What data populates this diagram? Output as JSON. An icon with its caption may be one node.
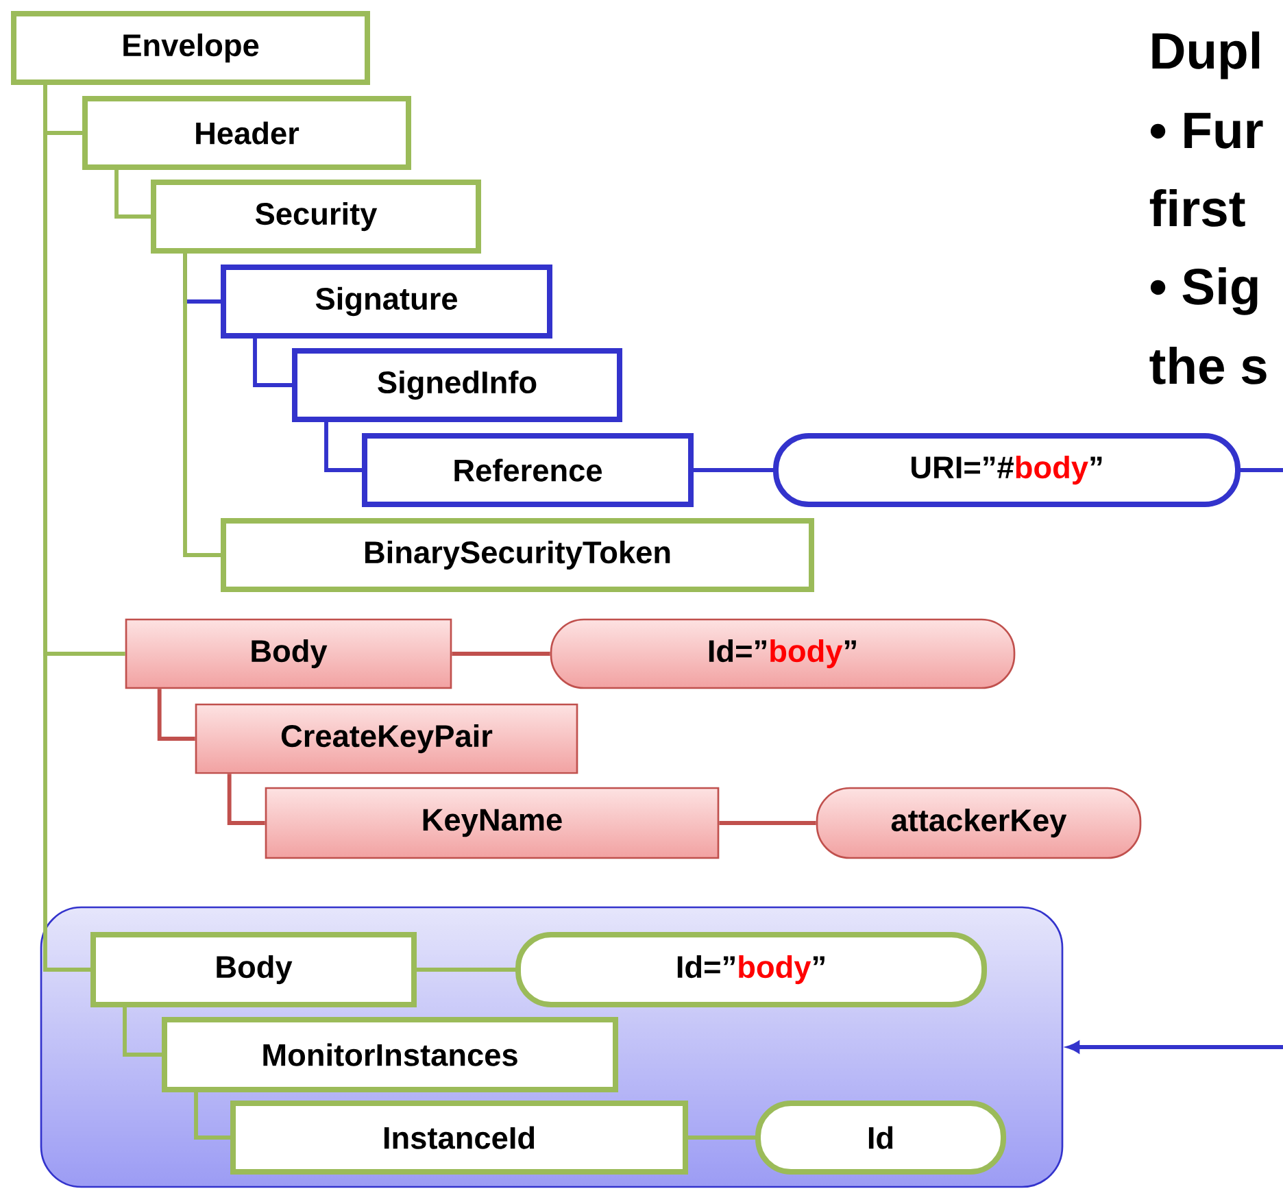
{
  "diagram": {
    "nodes": [
      {
        "text": [
          "Envelope"
        ]
      },
      {
        "text": [
          "Header"
        ]
      },
      {
        "text": [
          "Security"
        ]
      },
      {
        "text": [
          "Signature"
        ]
      },
      {
        "text": [
          "SignedInfo"
        ]
      },
      {
        "text": [
          "Reference"
        ]
      },
      {
        "text": [
          "URI=”#",
          "body",
          "”"
        ]
      },
      {
        "text": [
          "BinarySecurityToken"
        ]
      },
      {
        "text": [
          "Body"
        ]
      },
      {
        "text": [
          "Id=”",
          "body",
          "”"
        ]
      },
      {
        "text": [
          "CreateKeyPair"
        ]
      },
      {
        "text": [
          "KeyName"
        ]
      },
      {
        "text": [
          "attackerKey"
        ]
      },
      {
        "text": [],
        "shape": "box"
      },
      {
        "text": [
          "Body"
        ],
        "in": 13
      },
      {
        "text": [
          "Id=”",
          "body",
          "”"
        ],
        "in": 13
      },
      {
        "text": [
          "MonitorInstances"
        ],
        "in": 13
      },
      {
        "text": [
          "InstanceId"
        ],
        "in": 13
      },
      {
        "text": [
          "Id"
        ],
        "in": 13
      }
    ],
    "edges": [
      {
        "from": 0,
        "to": 1,
        "arrow": "none"
      },
      {
        "from": 1,
        "to": 2,
        "arrow": "none"
      },
      {
        "from": 2,
        "to": 3,
        "arrow": "none",
        "color": "#3333cc"
      },
      {
        "from": 3,
        "to": 4,
        "arrow": "none",
        "color": "#3333cc"
      },
      {
        "from": 4,
        "to": 5,
        "arrow": "none",
        "color": "#3333cc"
      },
      {
        "from": 5,
        "to": 6,
        "arrow": "none",
        "color": "#3333cc"
      },
      {
        "from": 2,
        "to": 7,
        "arrow": "none"
      },
      {
        "from": 0,
        "to": 8,
        "arrow": "none"
      },
      {
        "from": 8,
        "to": 9,
        "arrow": "none",
        "color": "#c0504d"
      },
      {
        "from": 8,
        "to": 10,
        "arrow": "none",
        "color": "#c0504d"
      },
      {
        "from": 10,
        "to": 11,
        "arrow": "none",
        "color": "#c0504d"
      },
      {
        "from": 11,
        "to": 12,
        "arrow": "none",
        "color": "#c0504d"
      },
      {
        "from": 0,
        "to": 14,
        "arrow": "none"
      },
      {
        "from": 14,
        "to": 15,
        "arrow": "none"
      },
      {
        "from": 14,
        "to": 16,
        "arrow": "none"
      },
      {
        "from": 16,
        "to": 17,
        "arrow": "none"
      },
      {
        "from": 17,
        "to": 18,
        "arrow": "none"
      },
      {
        "from": 6,
        "to": 13,
        "arrow": "to",
        "color": "#3333cc"
      }
    ],
    "labels": [
      "Dupl",
      "• Fur",
      "first",
      "• Sig",
      "the s"
    ]
  }
}
